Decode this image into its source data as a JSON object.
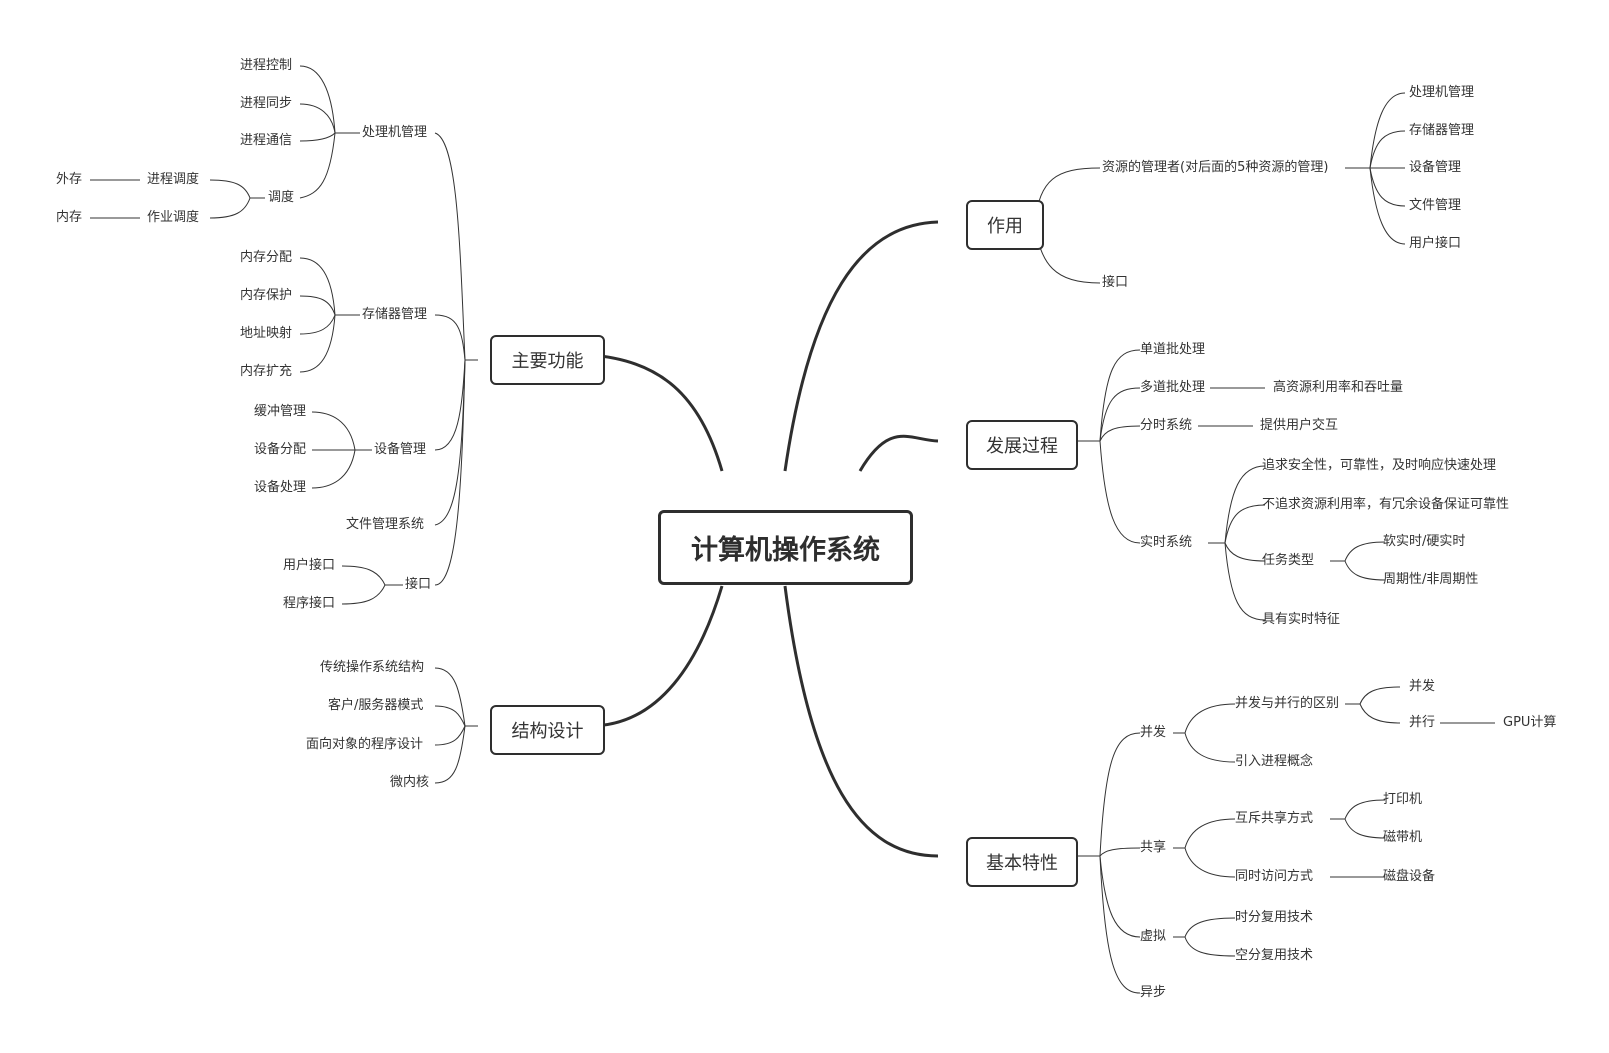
{
  "root": "计算机操作系统",
  "branches": {
    "zhuyao": {
      "label": "主要功能",
      "chuliji": {
        "label": "处理机管理",
        "items": [
          "进程控制",
          "进程同步",
          "进程通信"
        ],
        "diaodu": {
          "label": "调度",
          "jincheng": {
            "label": "进程调度",
            "leaf": "外存"
          },
          "zuoye": {
            "label": "作业调度",
            "leaf": "内存"
          }
        }
      },
      "cunchu": {
        "label": "存储器管理",
        "items": [
          "内存分配",
          "内存保护",
          "地址映射",
          "内存扩充"
        ]
      },
      "shebei": {
        "label": "设备管理",
        "items": [
          "缓冲管理",
          "设备分配",
          "设备处理"
        ]
      },
      "wenjian": {
        "label": "文件管理系统"
      },
      "jiekou": {
        "label": "接口",
        "items": [
          "用户接口",
          "程序接口"
        ]
      }
    },
    "jiegou": {
      "label": "结构设计",
      "items": [
        "传统操作系统结构",
        "客户/服务器模式",
        "面向对象的程序设计",
        "微内核"
      ]
    },
    "zuoyong": {
      "label": "作用",
      "ziyuan": {
        "label": "资源的管理者(对后面的5种资源的管理)",
        "items": [
          "处理机管理",
          "存储器管理",
          "设备管理",
          "文件管理",
          "用户接口"
        ]
      },
      "jiekou": {
        "label": "接口"
      }
    },
    "fazhan": {
      "label": "发展过程",
      "dandao": {
        "label": "单道批处理"
      },
      "duodao": {
        "label": "多道批处理",
        "leaf": "高资源利用率和吞吐量"
      },
      "fenshi": {
        "label": "分时系统",
        "leaf": "提供用户交互"
      },
      "shishi": {
        "label": "实时系统",
        "items": [
          "追求安全性，可靠性，及时响应快速处理",
          "不追求资源利用率，有冗余设备保证可靠性"
        ],
        "renwu": {
          "label": "任务类型",
          "items": [
            "软实时/硬实时",
            "周期性/非周期性"
          ]
        },
        "tezheng": "具有实时特征"
      }
    },
    "jiben": {
      "label": "基本特性",
      "bingfa": {
        "label": "并发",
        "qubie": {
          "label": "并发与并行的区别",
          "bf": "并发",
          "bx": {
            "label": "并行",
            "leaf": "GPU计算"
          }
        },
        "yinru": "引入进程概念"
      },
      "gongxiang": {
        "label": "共享",
        "huchi": {
          "label": "互斥共享方式",
          "items": [
            "打印机",
            "磁带机"
          ]
        },
        "tongshi": {
          "label": "同时访问方式",
          "leaf": "磁盘设备"
        }
      },
      "xuni": {
        "label": "虚拟",
        "items": [
          "时分复用技术",
          "空分复用技术"
        ]
      },
      "yibu": "异步"
    }
  }
}
